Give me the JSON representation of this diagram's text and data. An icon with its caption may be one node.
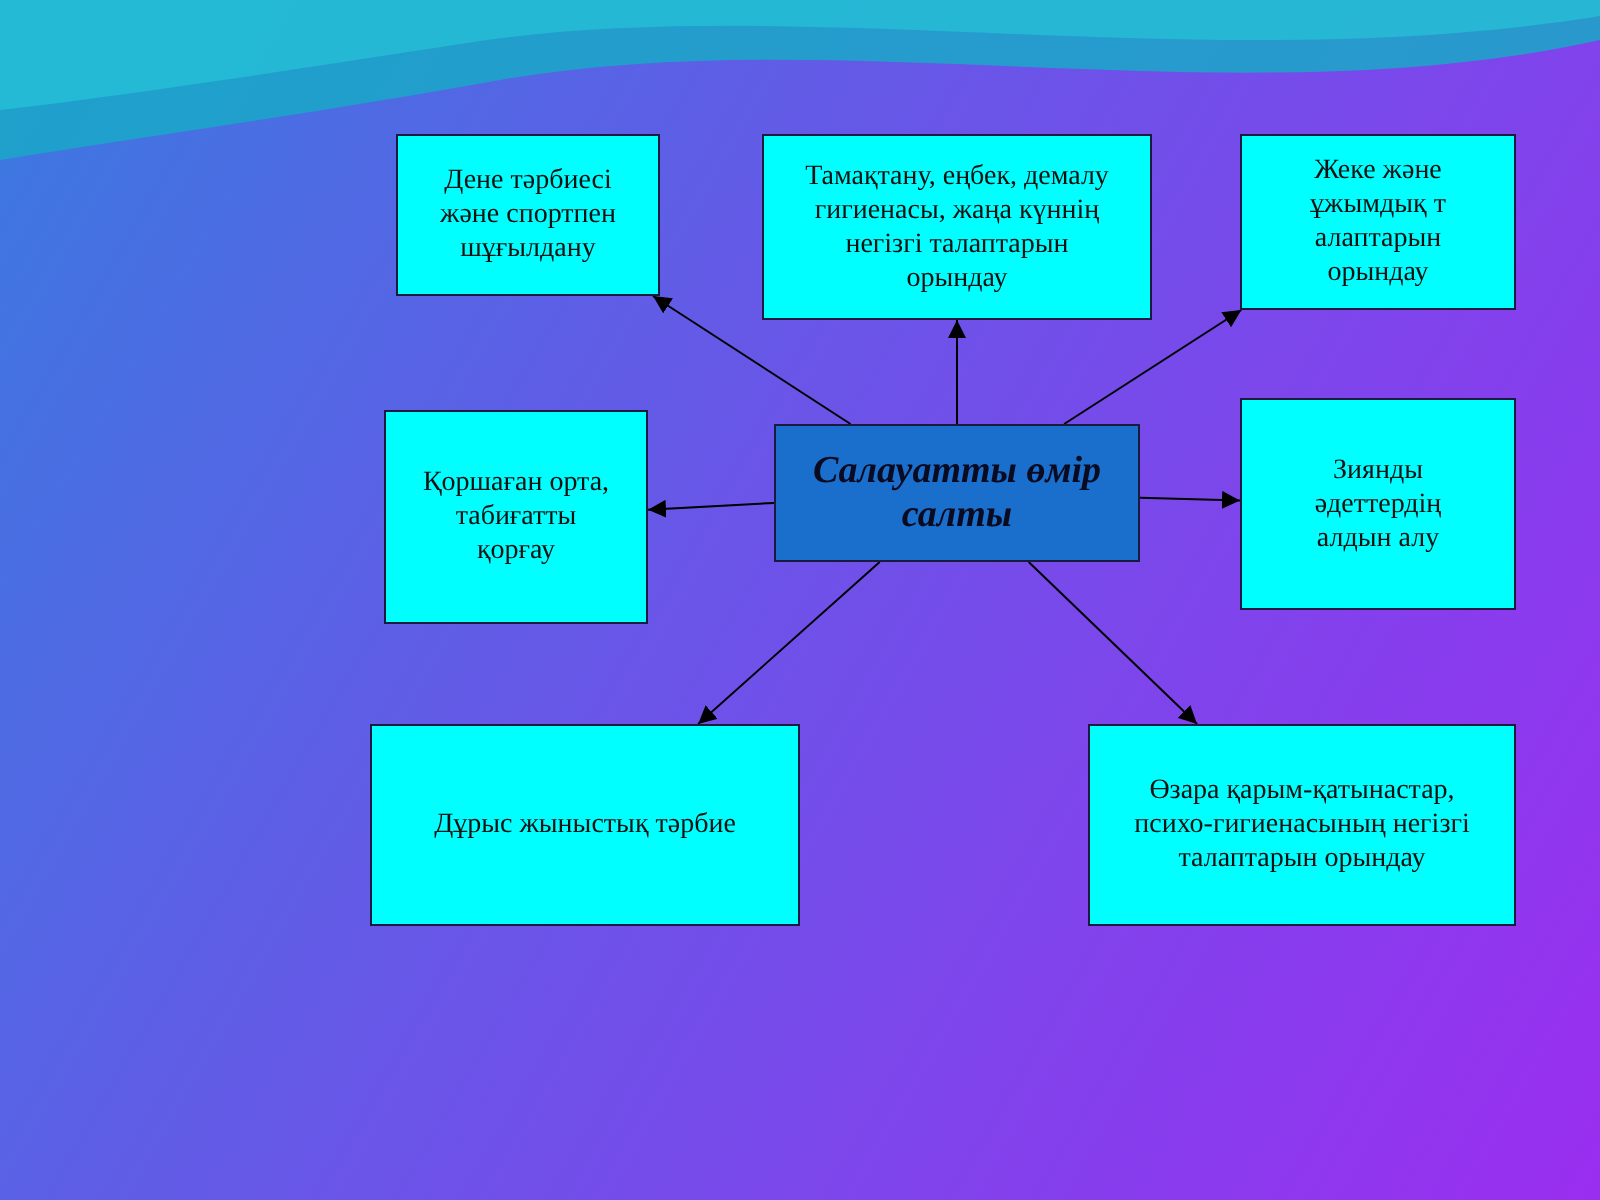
{
  "diagram": {
    "nodes": [
      {
        "text": [
          "Салауатты өмір салты"
        ]
      },
      {
        "text": [
          "Дене тәрбиесі және спортпен шұғылдану"
        ]
      },
      {
        "text": [
          "Тамақтану, еңбек, демалу гигиенасы, жаңа күннің негізгі талаптарын орындау"
        ]
      },
      {
        "text": [
          "Жеке және ұжымдық т алаптарын орындау"
        ]
      },
      {
        "text": [
          "Қоршаған орта, табиғатты қорғау"
        ]
      },
      {
        "text": [
          "Зиянды әдеттердің алдын алу"
        ]
      },
      {
        "text": [
          "Дұрыс жыныстық тәрбие"
        ]
      },
      {
        "text": [
          "Өзара қарым-қатынастар, психо-гигиенасының негізгі талаптарын орындау"
        ]
      }
    ],
    "edges": [
      {
        "from": 0,
        "to": 1,
        "arrow": "to"
      },
      {
        "from": 0,
        "to": 2,
        "arrow": "to"
      },
      {
        "from": 0,
        "to": 3,
        "arrow": "to"
      },
      {
        "from": 0,
        "to": 4,
        "arrow": "to"
      },
      {
        "from": 0,
        "to": 5,
        "arrow": "to"
      },
      {
        "from": 0,
        "to": 6,
        "arrow": "to"
      },
      {
        "from": 0,
        "to": 7,
        "arrow": "to"
      }
    ]
  }
}
